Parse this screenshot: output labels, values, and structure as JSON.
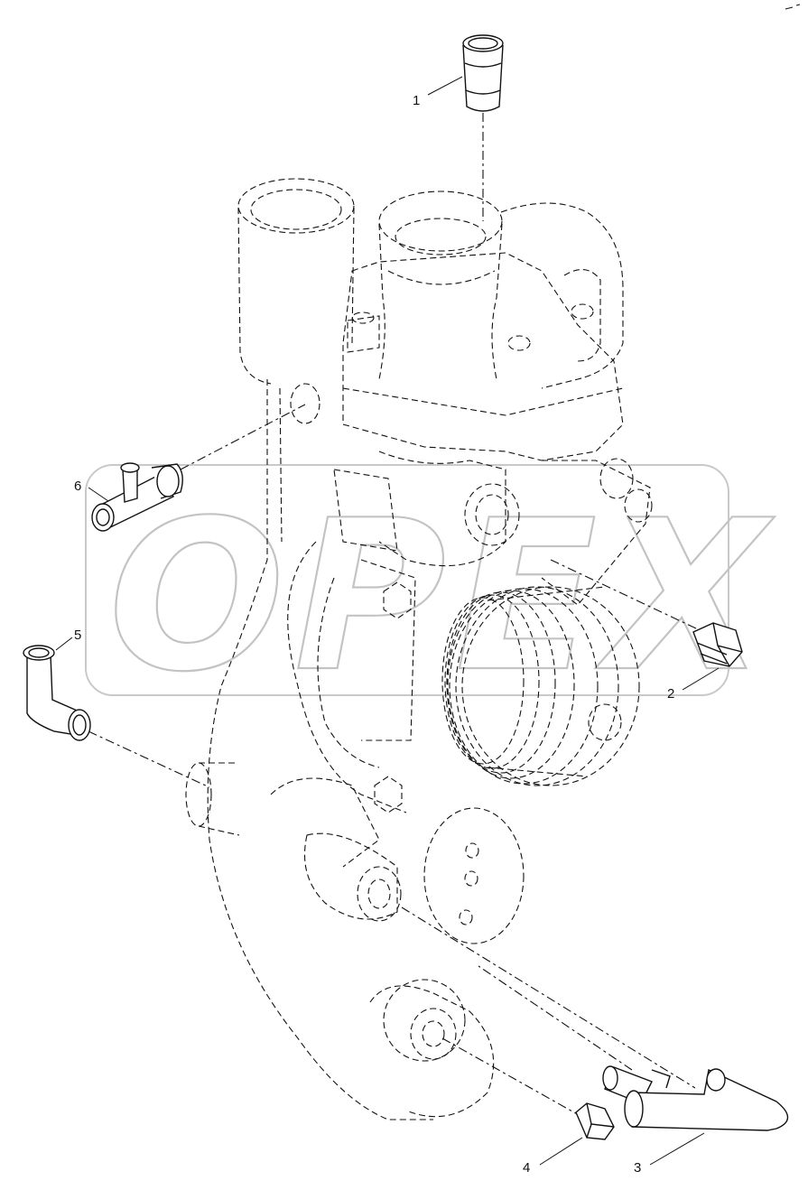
{
  "diagram": {
    "watermark": "OPEX",
    "callouts": [
      {
        "id": "1",
        "label": "1"
      },
      {
        "id": "2",
        "label": "2"
      },
      {
        "id": "3",
        "label": "3"
      },
      {
        "id": "4",
        "label": "4"
      },
      {
        "id": "5",
        "label": "5"
      },
      {
        "id": "6",
        "label": "6"
      }
    ]
  }
}
